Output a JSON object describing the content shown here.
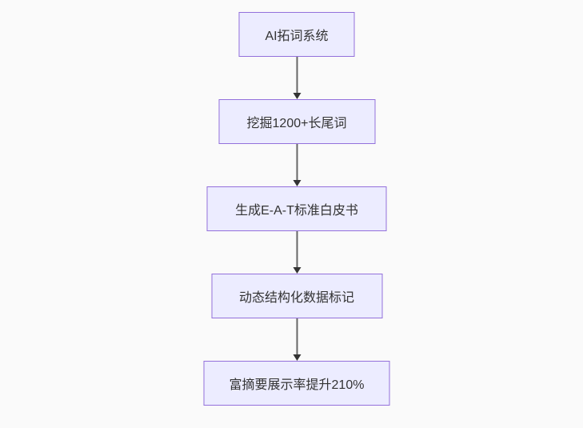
{
  "diagram": {
    "type": "flowchart",
    "direction": "top-to-bottom",
    "nodes": [
      {
        "label": "AI拓词系统"
      },
      {
        "label": "挖掘1200+长尾词"
      },
      {
        "label": "生成E-A-T标准白皮书"
      },
      {
        "label": "动态结构化数据标记"
      },
      {
        "label": "富摘要展示率提升210%"
      }
    ],
    "edges": [
      {
        "from": 0,
        "to": 1
      },
      {
        "from": 1,
        "to": 2
      },
      {
        "from": 2,
        "to": 3
      },
      {
        "from": 3,
        "to": 4
      }
    ],
    "colors": {
      "canvas_bg": "#fafafa",
      "node_fill": "#ECECFF",
      "node_border": "#9370DB",
      "node_text": "#333333",
      "edge_line": "#666666",
      "edge_head": "#333333"
    }
  }
}
